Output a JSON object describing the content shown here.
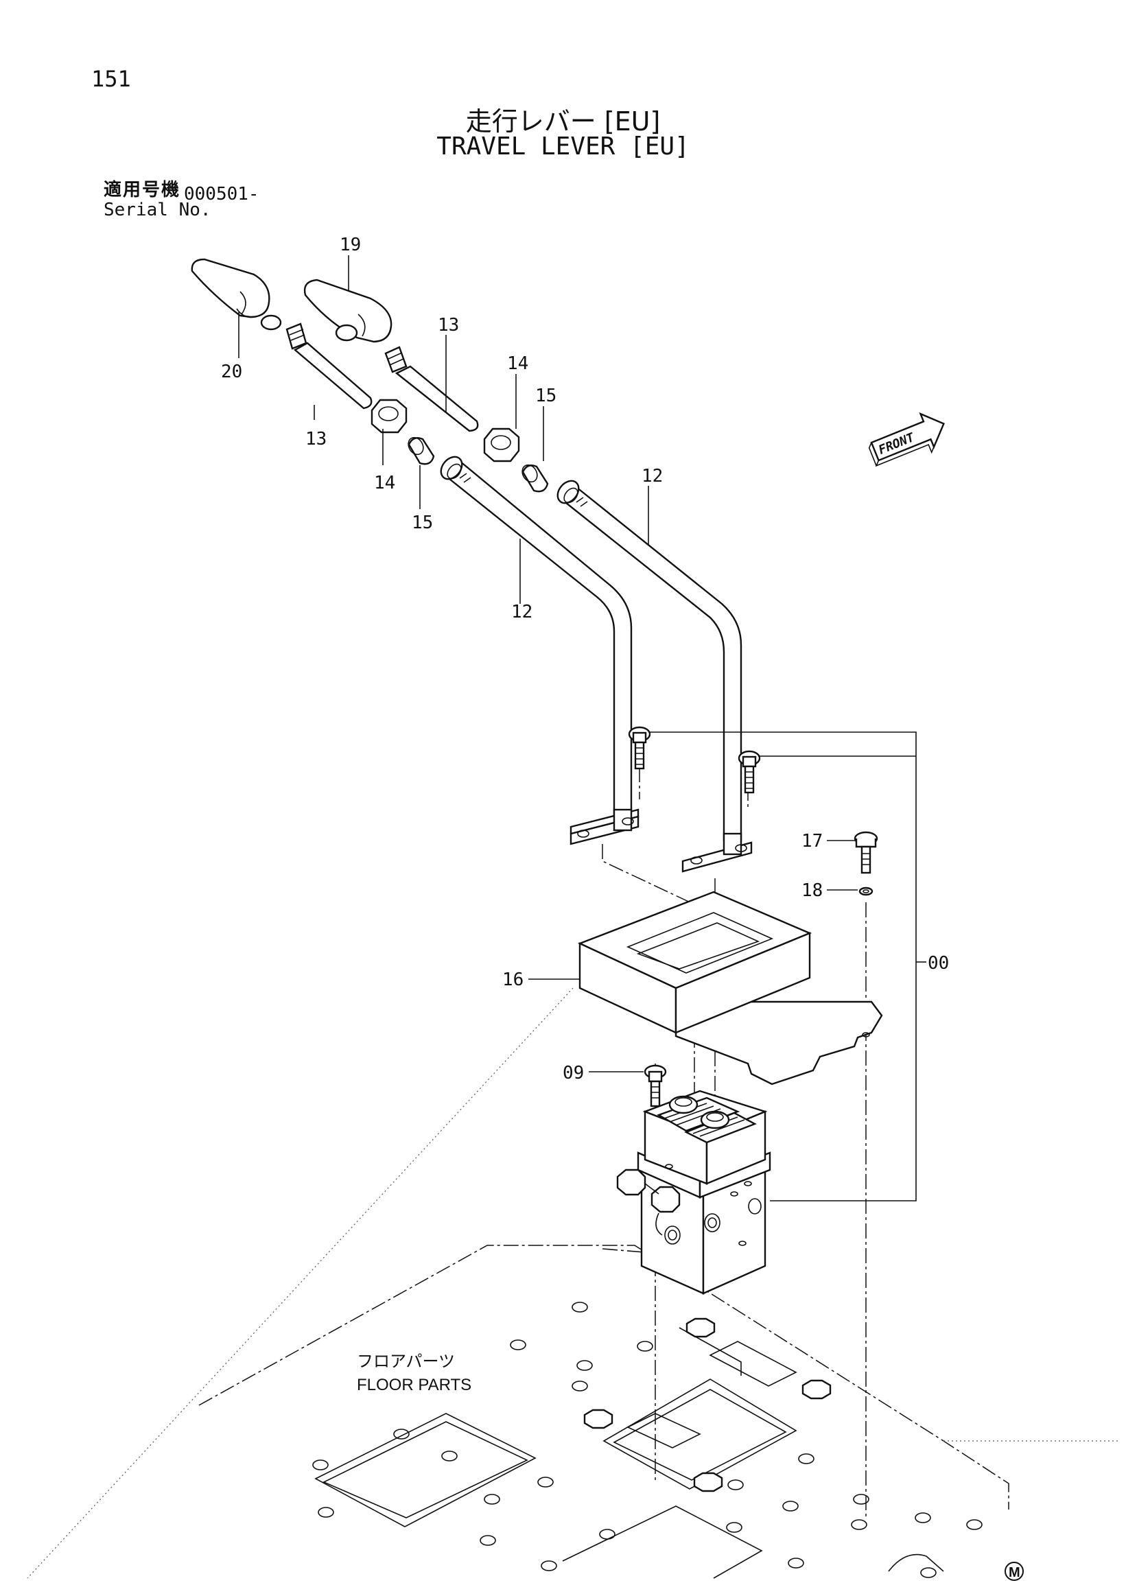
{
  "page_number": "151",
  "title_ja": "走行レバー [EU]",
  "title_en": "TRAVEL LEVER [EU]",
  "serial": {
    "label_ja": "適用号機",
    "label_en": "Serial No.",
    "value": "000501-"
  },
  "callouts": {
    "c19": "19",
    "c20": "20",
    "c13a": "13",
    "c13b": "13",
    "c14a": "14",
    "c14b": "14",
    "c15a": "15",
    "c15b": "15",
    "c12a": "12",
    "c12b": "12",
    "c17": "17",
    "c18": "18",
    "c16": "16",
    "c09": "09",
    "c00": "00"
  },
  "front_label": "FRONT",
  "floor_label_ja": "フロアパーツ",
  "floor_label_en": "FLOOR PARTS",
  "corner_mark": "M"
}
